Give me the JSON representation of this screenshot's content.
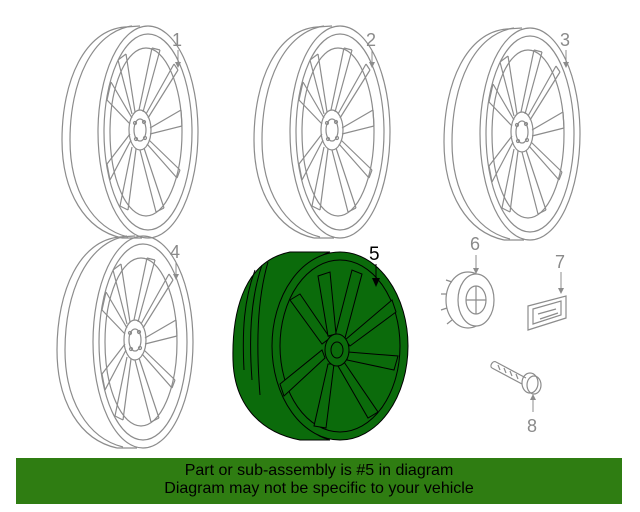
{
  "callouts": {
    "c1": "1",
    "c2": "2",
    "c3": "3",
    "c4": "4",
    "c5": "5",
    "c6": "6",
    "c7": "7",
    "c8": "8"
  },
  "highlight_color": "#0b6b0b",
  "banner": {
    "line1": "Part or sub-assembly is #5 in diagram",
    "line2": "Diagram may not be specific to your vehicle",
    "background": "#2f7d12"
  }
}
